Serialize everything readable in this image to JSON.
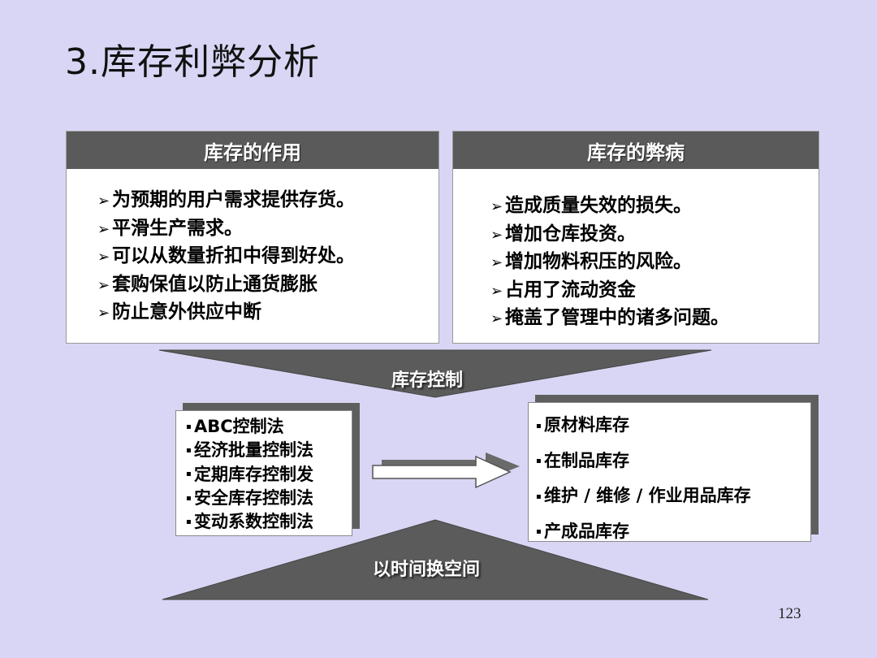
{
  "title": "3.库存利弊分析",
  "left_panel": {
    "header": "库存的作用",
    "bullet": "➢",
    "items": [
      "为预期的用户需求提供存货。",
      "平滑生产需求。",
      "可以从数量折扣中得到好处。",
      "套购保值以防止通货膨胀",
      "防止意外供应中断"
    ]
  },
  "right_panel": {
    "header": "库存的弊病",
    "bullet": "➢",
    "items": [
      "造成质量失效的损失。",
      "增加仓库投资。",
      "增加物料积压的风险。",
      "占用了流动资金",
      "掩盖了管理中的诸多问题。"
    ]
  },
  "control_label": "库存控制",
  "methods_box": {
    "bullet": "▪",
    "items": [
      "ABC控制法",
      "经济批量控制法",
      "定期库存控制发",
      "安全库存控制法",
      "变动系数控制法"
    ]
  },
  "inventory_box": {
    "bullet": "▪",
    "items": [
      "原材料库存",
      "在制品库存",
      "维护 / 维修 / 作业用品库存",
      "产成品库存"
    ]
  },
  "time_label": "以时间换空间",
  "page_number": "123",
  "colors": {
    "background": "#d8d6f4",
    "header_gray": "#5a5a5a",
    "shape_gray": "#5b5b5b",
    "white": "#ffffff"
  }
}
